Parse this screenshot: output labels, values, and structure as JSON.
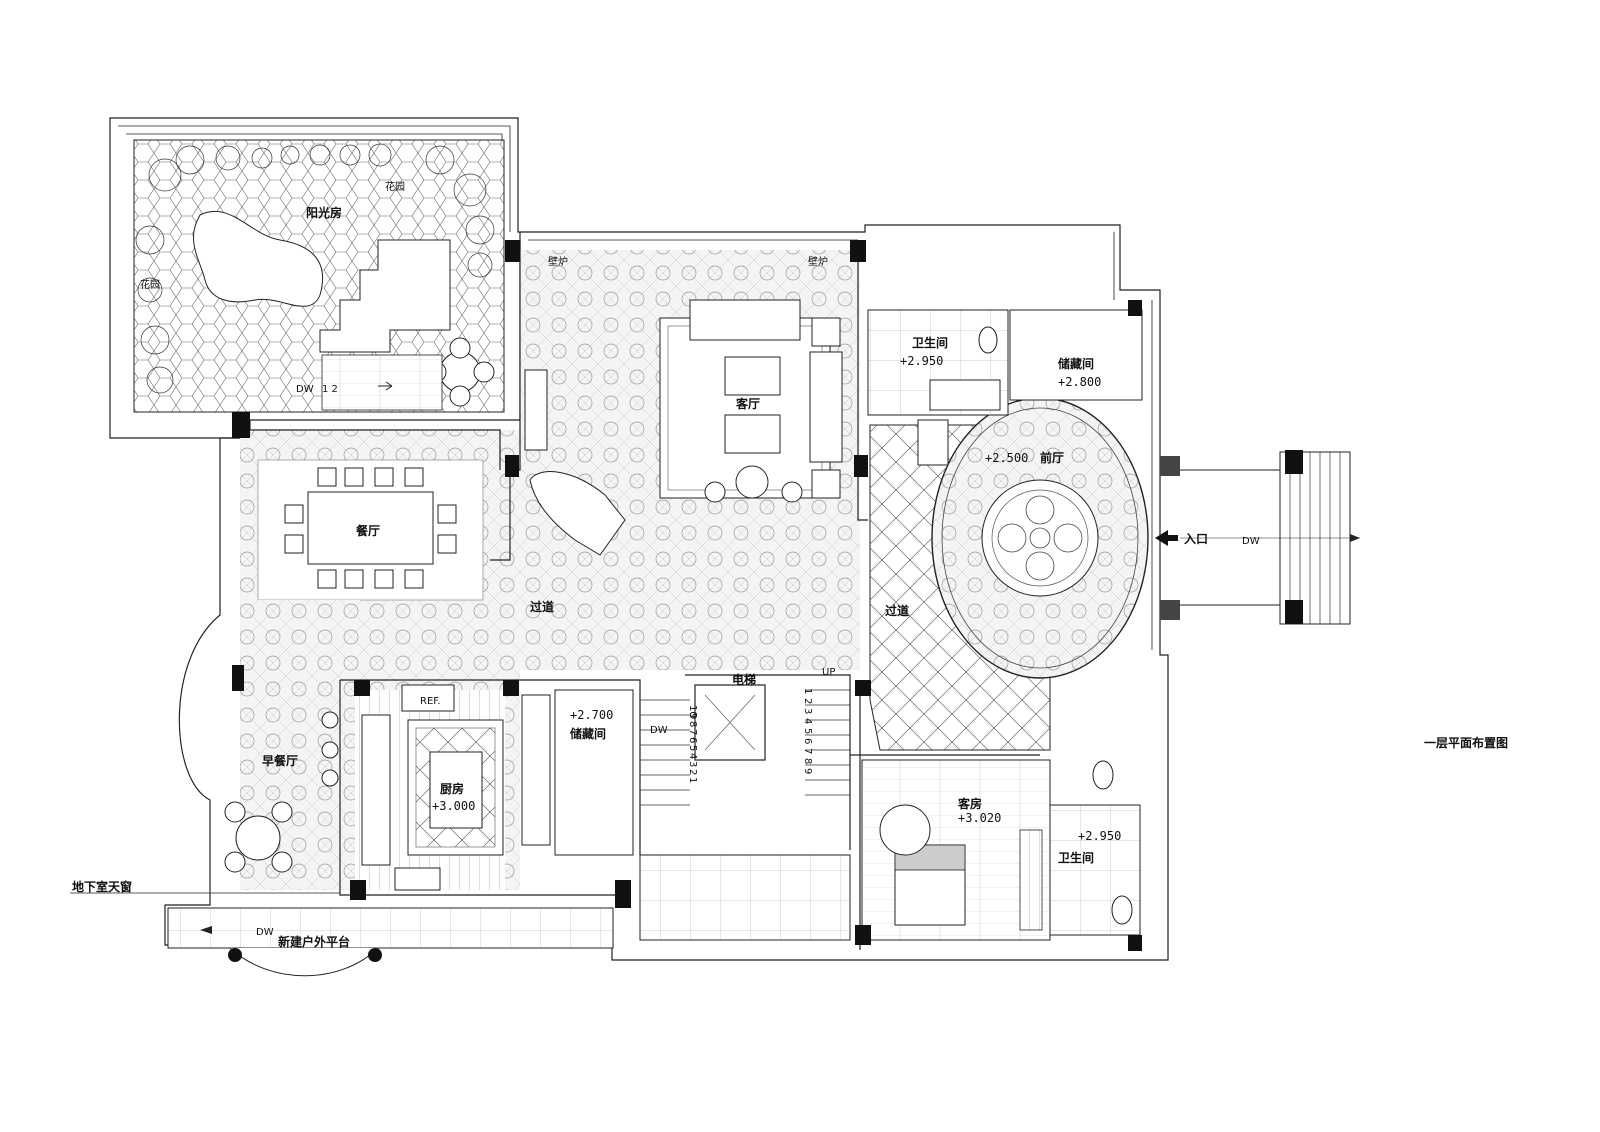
{
  "drawing_title": "一层平面布置图",
  "rooms": {
    "sunroom": "阳光房",
    "garden_a": "花园",
    "garden_b": "花园",
    "fireplace_a": "壁炉",
    "fireplace_b": "壁炉",
    "living_room": "客厅",
    "dining_room": "餐厅",
    "corridor_main": "过道",
    "corridor_east": "过道",
    "bathroom_1": "卫生间",
    "bathroom_1_level": "+2.950",
    "storage_1": "储藏间",
    "storage_1_level": "+2.800",
    "foyer": "前厅",
    "foyer_level": "+2.500",
    "entrance": "入口",
    "elevator": "电梯",
    "stair_up": "UP",
    "storage_2": "储藏间",
    "storage_2_level": "+2.700",
    "kitchen": "厨房",
    "kitchen_level": "+3.000",
    "fridge": "REF.",
    "breakfast": "早餐厅",
    "guest_room": "客房",
    "guest_room_level": "+3.020",
    "bathroom_2": "卫生间",
    "bathroom_2_level": "+2.950",
    "basement_skylight": "地下室天窗",
    "terrace": "新建户外平台"
  },
  "dw_marks": [
    "DW",
    "DW",
    "DW",
    "DW"
  ],
  "dw_step_label": "1 2",
  "stair_numbers_left": [
    "10",
    "9",
    "8",
    "7",
    "6",
    "5",
    "4",
    "3",
    "2",
    "1"
  ],
  "stair_numbers_right": [
    "1",
    "2",
    "3",
    "4",
    "5",
    "6",
    "7",
    "8",
    "9"
  ]
}
